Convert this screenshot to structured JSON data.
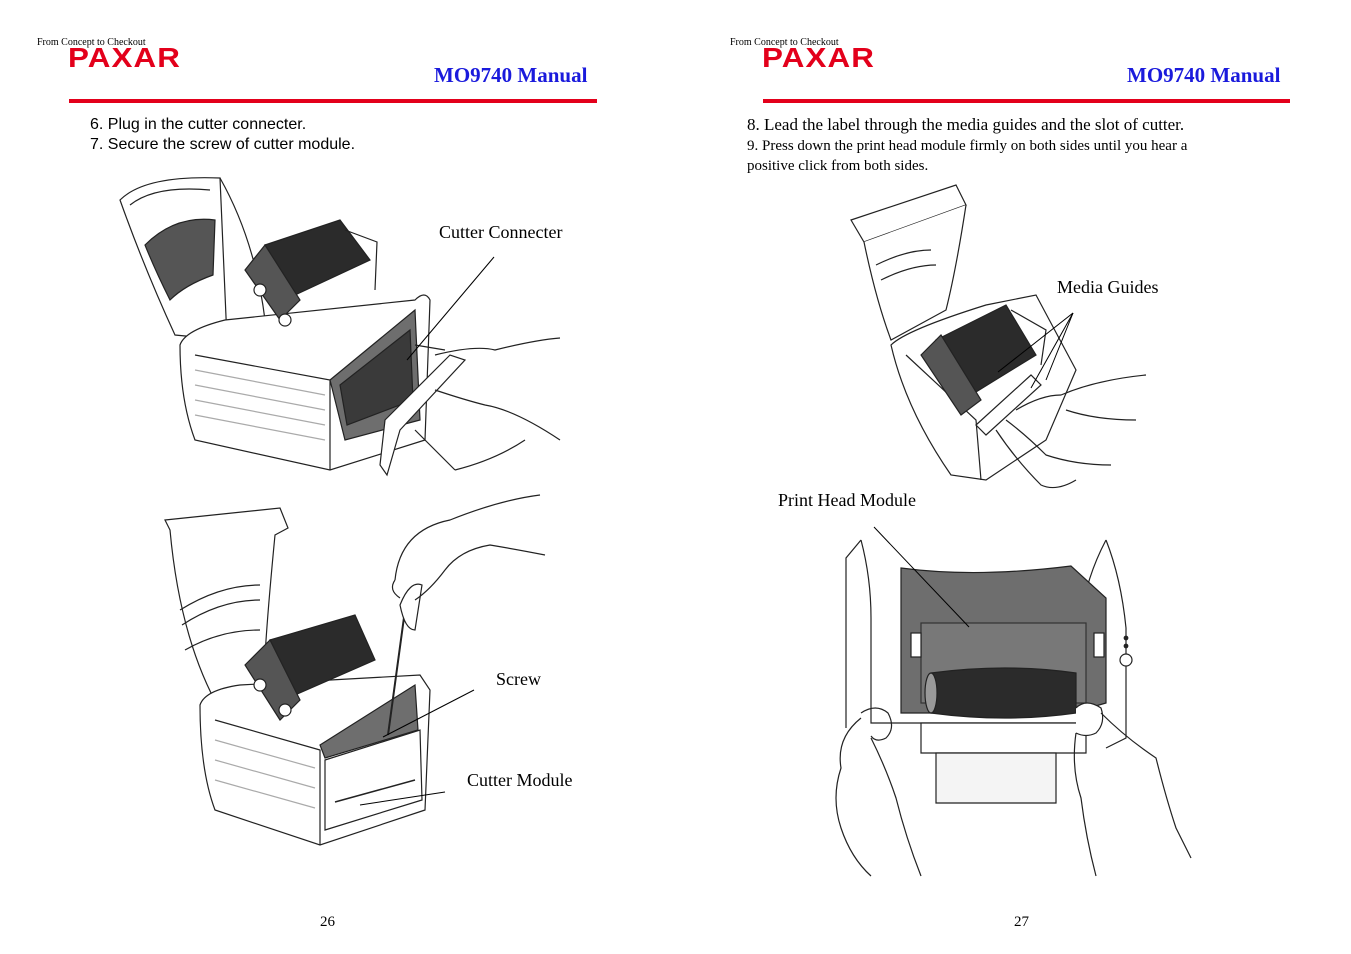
{
  "left_page": {
    "header": {
      "tagline": "From Concept to Checkout",
      "logo": "PAXAR",
      "title": "MO9740 Manual"
    },
    "steps": [
      "6. Plug in the cutter connecter.",
      "7. Secure the screw of cutter module."
    ],
    "callouts": {
      "cutter_connecter": "Cutter Connecter",
      "screw": "Screw",
      "cutter_module": "Cutter Module"
    },
    "page_number": "26"
  },
  "right_page": {
    "header": {
      "tagline": "From Concept to Checkout",
      "logo": "PAXAR",
      "title": "MO9740 Manual"
    },
    "steps": {
      "step8": "8. Lead the label through the media guides and the slot of cutter.",
      "step9_line1": "9. Press down the print head module firmly on both sides until you hear a",
      "step9_line2": "positive click from both sides."
    },
    "callouts": {
      "media_guides": "Media Guides",
      "print_head_module": "Print Head Module"
    },
    "page_number": "27"
  },
  "colors": {
    "brand_red": "#e3001b",
    "title_blue": "#1a1adc",
    "illustration_gray": "#6e6e6e",
    "illustration_dark": "#2b2b2b"
  }
}
